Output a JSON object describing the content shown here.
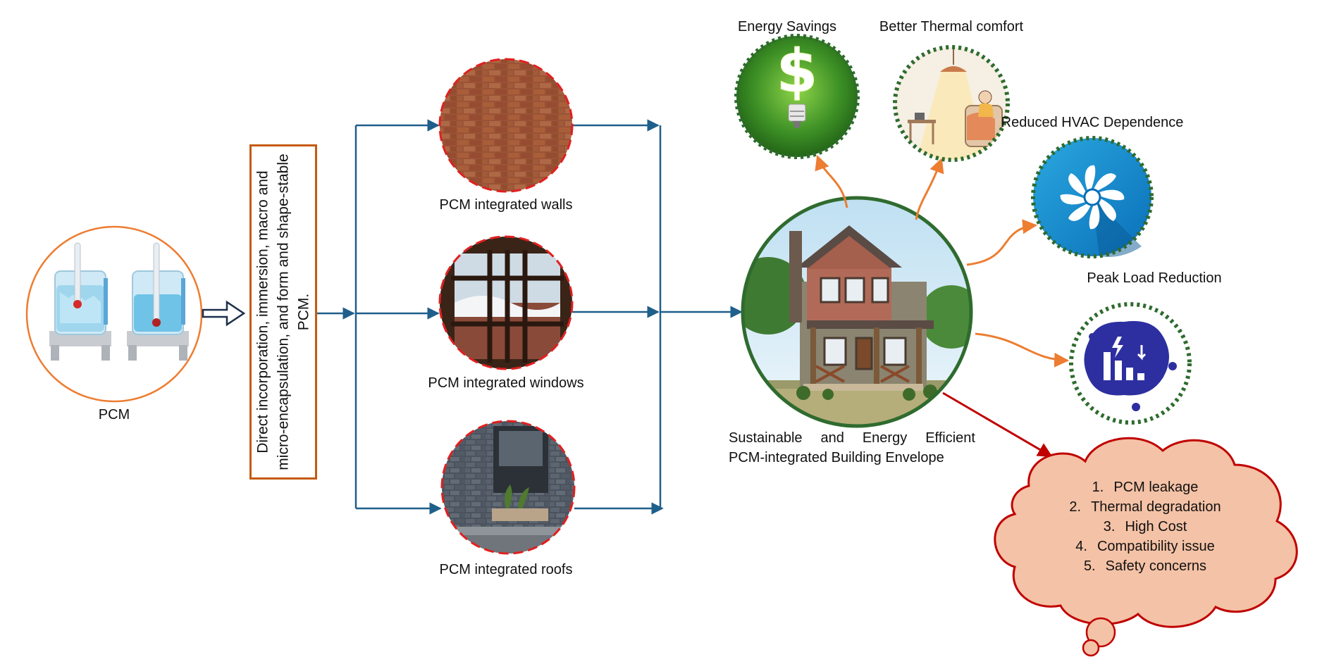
{
  "pcm": {
    "label": "PCM"
  },
  "method": {
    "text": "Direct incorporation, immersion, macro and micro-encapsulation, and form and shape-stable PCM."
  },
  "components": [
    {
      "label": "PCM integrated walls"
    },
    {
      "label": "PCM integrated windows"
    },
    {
      "label": "PCM integrated roofs"
    }
  ],
  "envelope": {
    "line1_words": [
      "Sustainable",
      "and",
      "Energy",
      "Efficient"
    ],
    "line2": "PCM-integrated Building Envelope"
  },
  "benefits": [
    {
      "label": "Energy Savings",
      "icon": "dollar-bulb-icon"
    },
    {
      "label": "Better Thermal comfort",
      "icon": "lamp-armchair-icon"
    },
    {
      "label": "Reduced HVAC Dependence",
      "icon": "fan-icon"
    },
    {
      "label": "Peak Load Reduction",
      "icon": "load-chart-icon"
    }
  ],
  "challenges": [
    {
      "num": "1.",
      "text": "PCM leakage"
    },
    {
      "num": "2.",
      "text": "Thermal degradation"
    },
    {
      "num": "3.",
      "text": "High Cost"
    },
    {
      "num": "4.",
      "text": "Compatibility issue"
    },
    {
      "num": "5.",
      "text": "Safety concerns"
    }
  ],
  "colors": {
    "flow_arrow": "#1f5f8b",
    "benefit_arrow": "#ed7d31",
    "challenge_arrow": "#c00000",
    "pcm_circle": "#ed7d31",
    "method_border": "#c55a11",
    "component_border": "#e02020",
    "benefit_border": "#2e6b2e",
    "house_border": "#2f6b2f",
    "cloud_fill": "#f4c2a6",
    "cloud_stroke": "#c00000"
  }
}
